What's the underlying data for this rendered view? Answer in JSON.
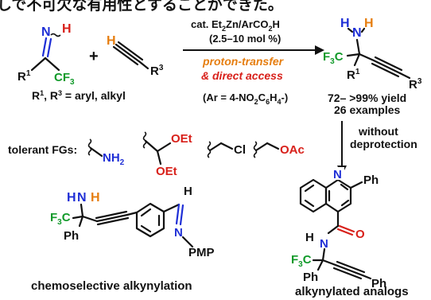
{
  "header_text": "しで不可欠な有用性とすることができた。",
  "reaction": {
    "reagent_line1_prefix": "cat. Et",
    "reagent_line1_sub1": "2",
    "reagent_line1_mid": "Zn/ArCO",
    "reagent_line1_sub2": "2",
    "reagent_line1_suffix": "H",
    "reagent_line2": "(2.5–10 mol %)",
    "feature1": "proton-transfer",
    "feature2": "& direct access",
    "ar_def_prefix": "(Ar = 4-NO",
    "ar_def_sub1": "2",
    "ar_def_mid": "C",
    "ar_def_sub2": "6",
    "ar_def_mid2": "H",
    "ar_def_sub3": "4",
    "ar_def_suffix": "-)",
    "yield": "72– >99% yield",
    "examples": "26 examples",
    "plus": "+"
  },
  "substrate_labels": {
    "imine_n": "N",
    "imine_h": "H",
    "r1": "R",
    "r1_sup": "1",
    "cf3": "CF",
    "cf3_sub": "3",
    "alkyne_h": "H",
    "r3": "R",
    "r3_sup": "3",
    "r_def_a": "R",
    "r_def_a_sup": "1",
    "r_def_b": ", R",
    "r_def_b_sup": "3",
    "r_def_c": " = aryl, alkyl"
  },
  "product_labels": {
    "h_blue": "H",
    "n": "N",
    "h_orange": "H",
    "f3c_f": "F",
    "f3c_sub": "3",
    "f3c_c": "C",
    "r1": "R",
    "r1_sup": "1",
    "r3": "R",
    "r3_sup": "3"
  },
  "tolerant": {
    "label": "tolerant FGs:",
    "nh2": "NH",
    "nh2_sub": "2",
    "oet1": "OEt",
    "oet2": "OEt",
    "cl": "Cl",
    "oac": "OAc"
  },
  "downstream": {
    "without": "without",
    "deprotection": "deprotection"
  },
  "left_compound": {
    "h_blue": "H",
    "n": "N",
    "h_orange": "H",
    "f3c_f": "F",
    "f3c_sub": "3",
    "f3c_c": "C",
    "ph": "Ph",
    "imine_h": "H",
    "imine_n": "N",
    "pmp": "PMP",
    "caption": "chemoselective alkynylation"
  },
  "right_compound": {
    "quin_n": "N",
    "ph_top": "Ph",
    "amide_h": "H",
    "amide_n": "N",
    "amide_o": "O",
    "f3c_f": "F",
    "f3c_sub": "3",
    "f3c_c": "C",
    "ph_mid": "Ph",
    "ph_bottom": "Ph",
    "caption": "alkynylated analogs"
  },
  "colors": {
    "black": "#111111",
    "blue": "#1f2fd6",
    "green": "#119a2a",
    "red": "#d8201a",
    "orange": "#e67e10"
  }
}
